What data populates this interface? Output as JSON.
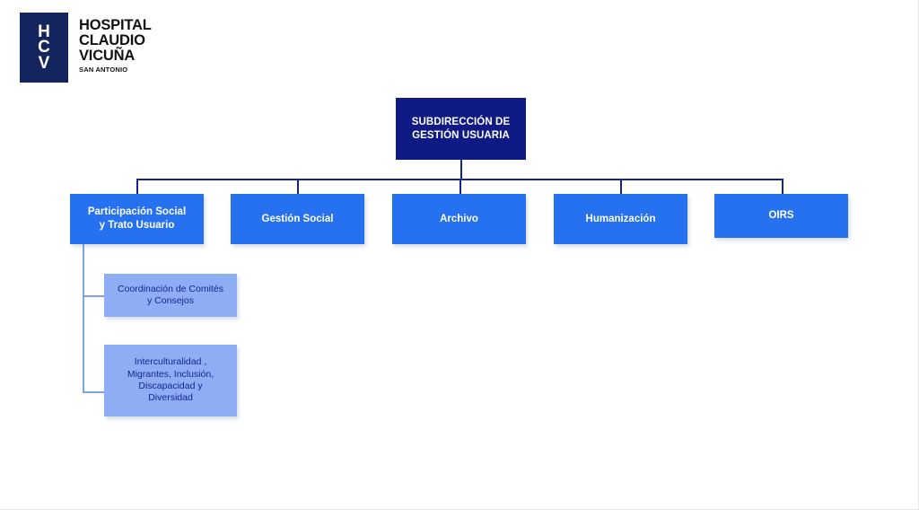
{
  "logo": {
    "mark_letters": [
      "H",
      "C",
      "V"
    ],
    "name_lines": [
      "HOSPITAL",
      "CLAUDIO",
      "VICUÑA"
    ],
    "subtitle": "SAN ANTONIO",
    "mark_color": "#14245f",
    "text_color": "#111111"
  },
  "colors": {
    "root_box": "#101a84",
    "level2_box": "#2671f0",
    "level3_box": "#8eadf4",
    "connector": "#13268f",
    "connector_light": "#7ea2ea",
    "level2_text": "#ffffff",
    "level3_text": "#13268f",
    "background": "#ffffff"
  },
  "chart_data": {
    "type": "org-chart",
    "root": "SUBDIRECCIÓN DE GESTIÓN USUARIA",
    "levels": 3
  },
  "org": {
    "root": {
      "label_lines": [
        "SUBDIRECCIÓN DE",
        "GESTIÓN USUARIA"
      ],
      "label": "SUBDIRECCIÓN DE GESTIÓN USUARIA"
    },
    "units": [
      {
        "label_lines": [
          "Participación Social",
          "y Trato Usuario"
        ],
        "label": "Participación Social y Trato Usuario"
      },
      {
        "label_lines": [
          "Gestión Social"
        ],
        "label": "Gestión Social"
      },
      {
        "label_lines": [
          "Archivo"
        ],
        "label": "Archivo"
      },
      {
        "label_lines": [
          "Humanización"
        ],
        "label": "Humanización"
      },
      {
        "label_lines": [
          "OIRS"
        ],
        "label": "OIRS"
      }
    ],
    "suburits": [
      {
        "label_lines": [
          "Coordinación de Comités",
          "y Consejos"
        ],
        "label": "Coordinación de Comités y Consejos"
      },
      {
        "label_lines": [
          "Interculturalidad ,",
          "Migrantes, Inclusión,",
          "Discapacidad y",
          "Diversidad"
        ],
        "label": "Interculturalidad , Migrantes, Inclusión, Discapacidad y Diversidad"
      }
    ]
  }
}
